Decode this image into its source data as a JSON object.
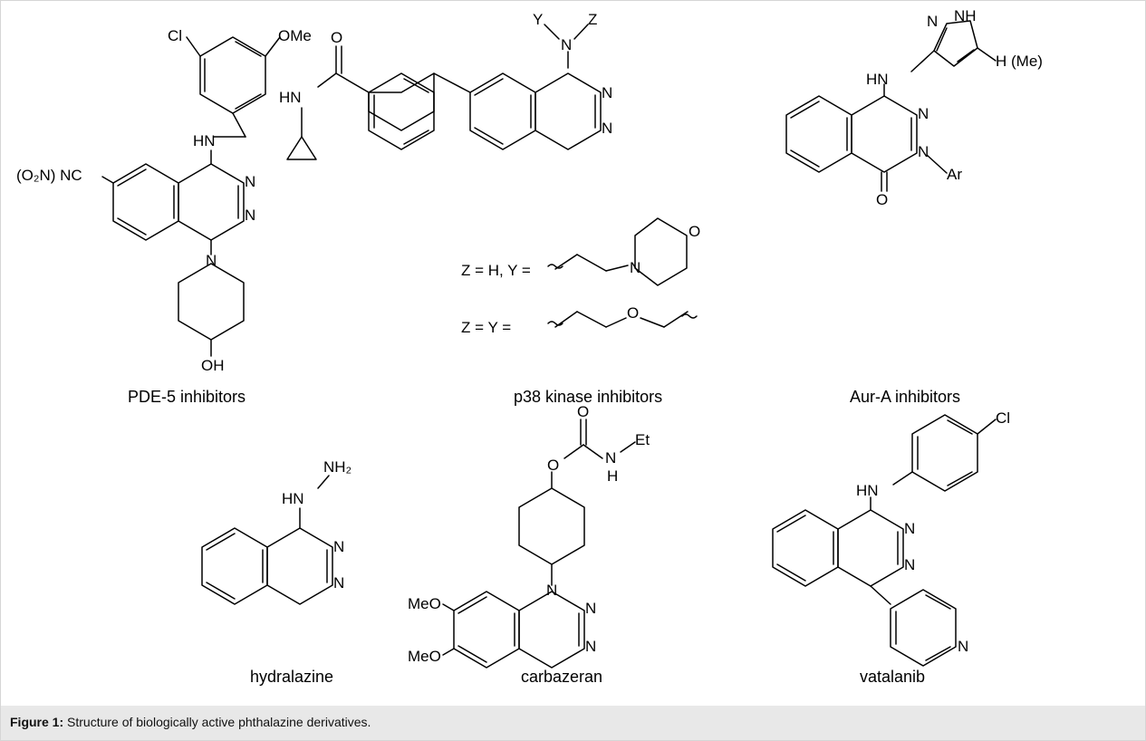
{
  "labels": {
    "pde5": "PDE-5 inhibitors",
    "p38": "p38 kinase inhibitors",
    "aura": "Aur-A inhibitors",
    "hydralazine": "hydralazine",
    "carbazeran": "carbazeran",
    "vatalanib": "vatalanib"
  },
  "atoms": {
    "Cl": "Cl",
    "OMe": "OMe",
    "MeO": "MeO",
    "HN": "HN",
    "NH": "NH",
    "N": "N",
    "O": "O",
    "OH": "OH",
    "Y": "Y",
    "Z": "Z",
    "Ar": "Ar",
    "Et": "Et",
    "H": "H",
    "H_Me": "H (Me)",
    "O2N_NC": "(O₂N) NC",
    "NH2": "NH₂"
  },
  "substituents": {
    "row1": "Z = H, Y =",
    "row2": "Z = Y ="
  },
  "caption": {
    "label": "Figure 1:",
    "text": " Structure of biologically active phthalazine derivatives."
  }
}
